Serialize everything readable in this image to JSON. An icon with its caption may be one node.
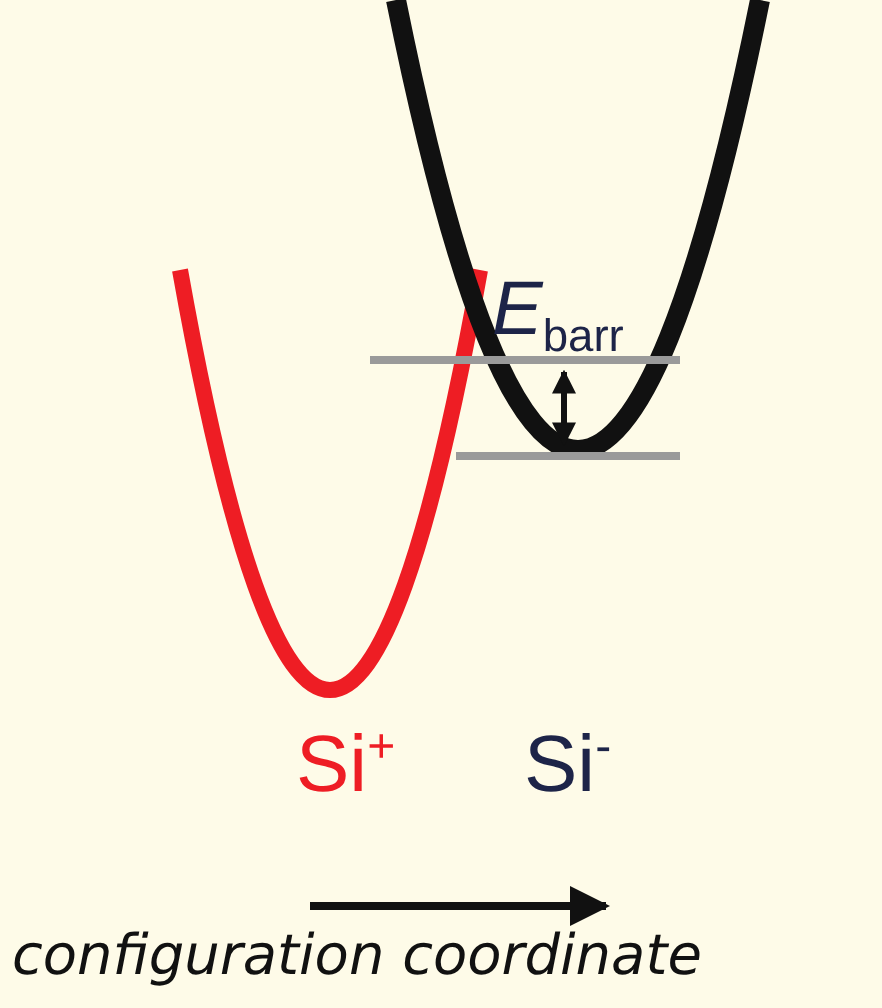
{
  "diagram": {
    "labels": [
      "*E*$_{barr}$",
      "Si$^{+}$",
      "Si$^{-}$",
      "configuration coordinate"
    ]
  }
}
